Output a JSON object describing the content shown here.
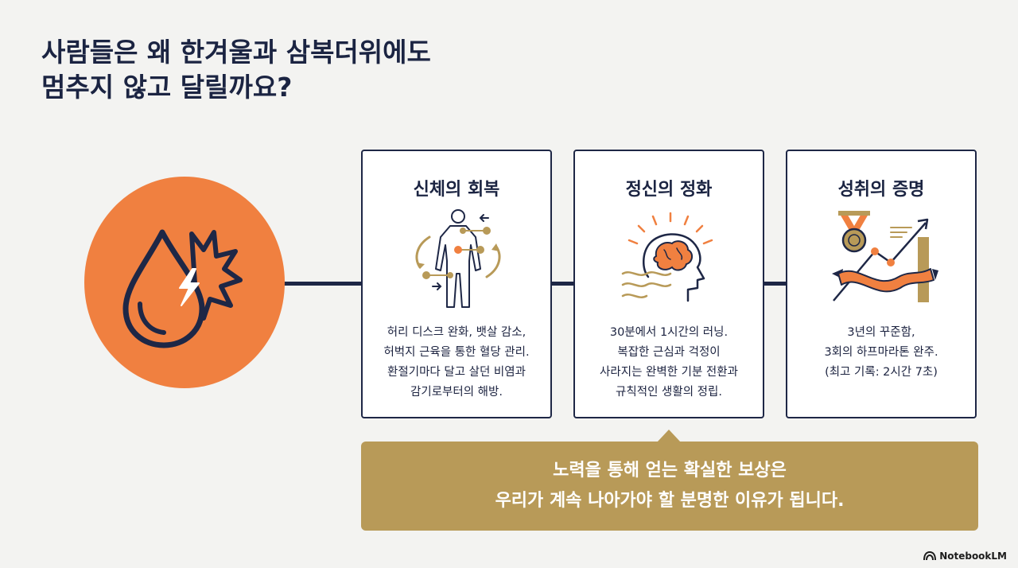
{
  "title": {
    "line1": "사람들은 왜 한겨울과 삼복더위에도",
    "line2": "멈추지 않고 달릴까요?"
  },
  "hero": {
    "icon": "sweat-drop-lightning-icon",
    "color": "#f08040"
  },
  "cards": [
    {
      "title": "신체의 회복",
      "icon": "body-recovery-icon",
      "lines": [
        "허리 디스크 완화, 뱃살 감소,",
        "허벅지 근육을 통한 혈당 관리.",
        "환절기마다 달고 살던 비염과",
        "감기로부터의 해방."
      ]
    },
    {
      "title": "정신의 정화",
      "icon": "brain-head-icon",
      "lines": [
        "30분에서 1시간의 러닝.",
        "복잡한 근심과 걱정이",
        "사라지는 완벽한 기분 전환과",
        "규칙적인 생활의 정립."
      ]
    },
    {
      "title": "성취의 증명",
      "icon": "medal-growth-icon",
      "lines": [
        "3년의 꾸준함,",
        "3회의 하프마라톤 완주.",
        "(최고 기록: 2시간 7초)"
      ]
    }
  ],
  "callout": {
    "line1": "노력을 통해 얻는 확실한 보상은",
    "line2": "우리가 계속 나아가야 할 분명한 이유가 됩니다.",
    "color": "#b89a58"
  },
  "brand": {
    "label": "NotebookLM",
    "icon": "notebooklm-logo-icon"
  },
  "colors": {
    "navy": "#1e2746",
    "orange": "#f08040",
    "gold": "#b89a58",
    "background": "#f3f3f1"
  }
}
